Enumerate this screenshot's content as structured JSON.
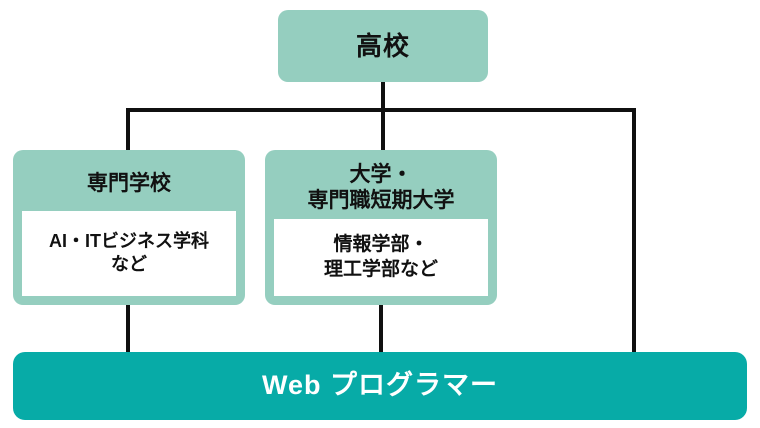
{
  "diagram": {
    "type": "career-path-flowchart",
    "colors": {
      "node_light": "#95cebf",
      "node_accent": "#07aba7",
      "inner_panel": "#ffffff",
      "line": "#101010",
      "text_dark": "#111111",
      "text_light": "#ffffff",
      "background": "#ffffff"
    },
    "nodes": {
      "top": {
        "title": "高校"
      },
      "vocational_school": {
        "title": "専門学校",
        "detail": "AI・ITビジネス学科\nなど"
      },
      "university": {
        "title": "大学・\n専門職短期大学",
        "detail": "情報学部・\n理工学部など"
      },
      "goal": {
        "title": "Web プログラマー"
      }
    },
    "connectors": [
      {
        "name": "top-stem",
        "from": "top",
        "to": "distribution-bar"
      },
      {
        "name": "branch-left",
        "from": "distribution-bar",
        "to": "vocational_school"
      },
      {
        "name": "branch-center",
        "from": "distribution-bar",
        "to": "university"
      },
      {
        "name": "branch-right",
        "from": "distribution-bar",
        "to": "goal"
      },
      {
        "name": "school-to-goal",
        "from": "vocational_school",
        "to": "goal"
      },
      {
        "name": "univ-to-goal",
        "from": "university",
        "to": "goal"
      }
    ]
  }
}
